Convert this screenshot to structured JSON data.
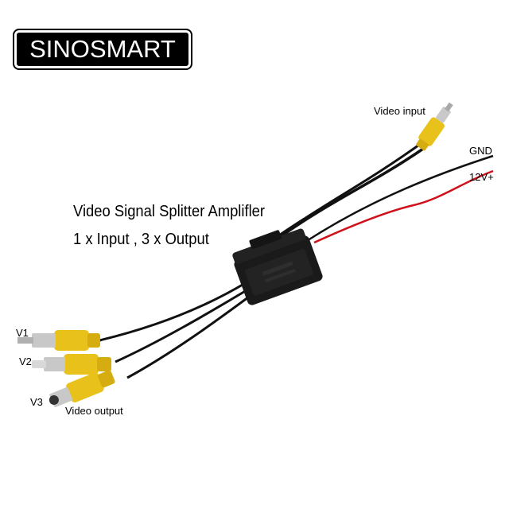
{
  "logo": {
    "text": "SINOSMART"
  },
  "title": {
    "line1": "Video Signal Splitter Amplifler",
    "line2": "1 x Input , 3 x Output"
  },
  "labels": {
    "video_input": "Video input",
    "gnd": "GND",
    "v12": "12V+",
    "v1": "V1",
    "v2": "V2",
    "v3": "V3",
    "video_output": "Video output"
  },
  "colors": {
    "connector_yellow": "#e8c21a",
    "cable_black": "#111111",
    "cable_red": "#d0101a",
    "metal": "#c8c8c8",
    "box": "#1a1a1a"
  }
}
